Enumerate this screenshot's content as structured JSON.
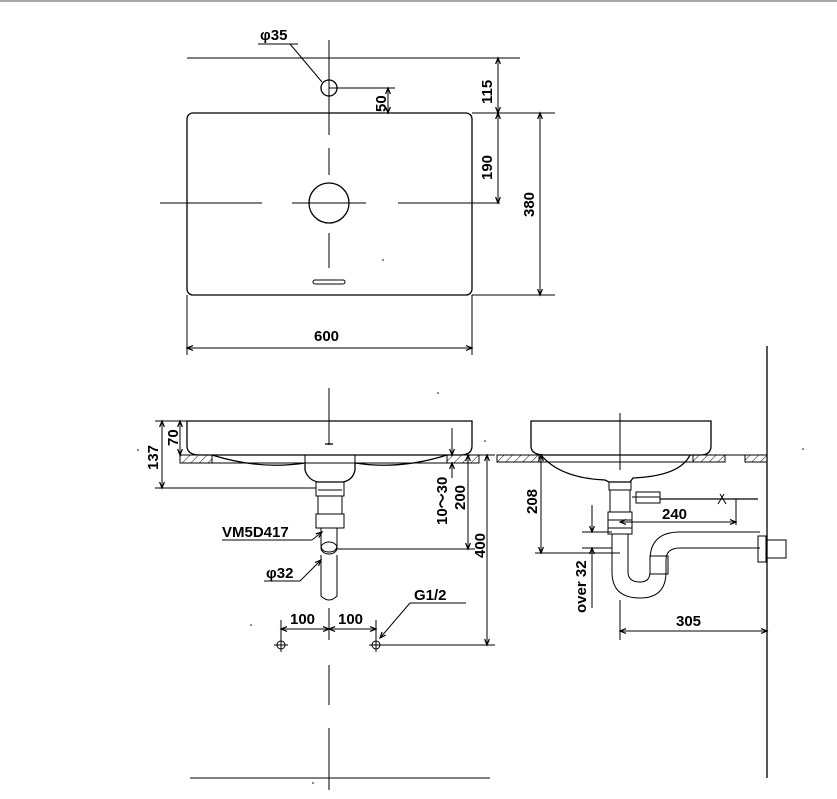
{
  "plan_view": {
    "hole_diameter": "φ35",
    "offset_50": "50",
    "dim_115": "115",
    "dim_190": "190",
    "dim_380": "380",
    "width_600": "600"
  },
  "front_view": {
    "dim_137": "137",
    "dim_70": "70",
    "dim_10_30": "10～30",
    "dim_200": "200",
    "dim_400": "400",
    "part_code": "VM5D417",
    "pipe_diameter": "φ32",
    "spacing_left": "100",
    "spacing_right": "100",
    "thread_size": "G1/2"
  },
  "side_view": {
    "dim_208": "208",
    "dim_240": "240",
    "over_32": "over 32",
    "dim_305": "305"
  }
}
